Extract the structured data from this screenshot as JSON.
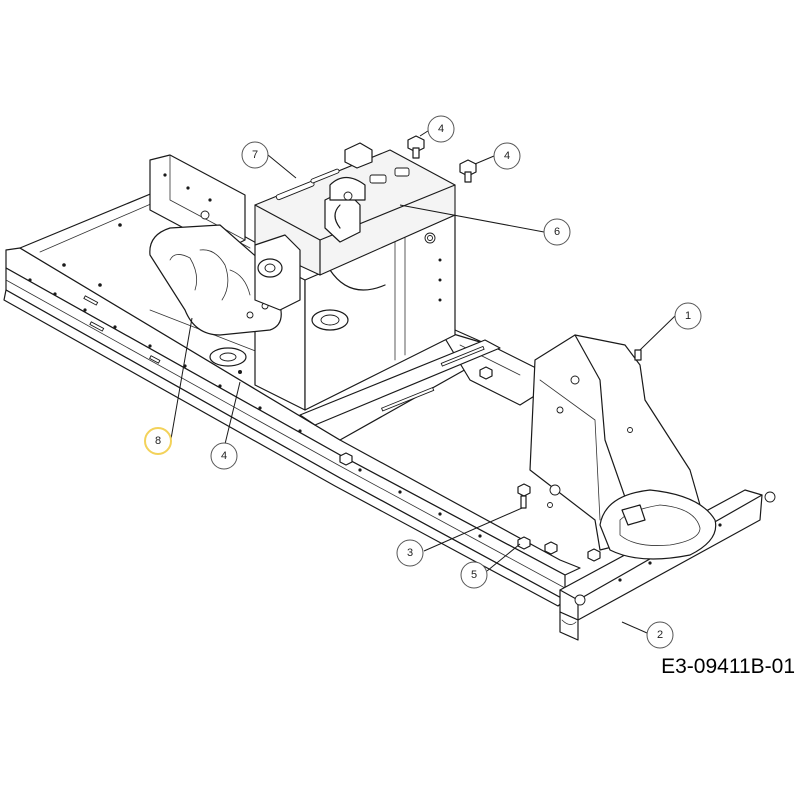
{
  "drawing_number": "E3-09411B-01",
  "highlight_color": "#f3d25a",
  "callouts": [
    {
      "id": "c1",
      "label": "1"
    },
    {
      "id": "c2",
      "label": "2"
    },
    {
      "id": "c3",
      "label": "3"
    },
    {
      "id": "c4a",
      "label": "4"
    },
    {
      "id": "c4b",
      "label": "4"
    },
    {
      "id": "c4c",
      "label": "4"
    },
    {
      "id": "c5",
      "label": "5"
    },
    {
      "id": "c6",
      "label": "6"
    },
    {
      "id": "c7",
      "label": "7"
    },
    {
      "id": "c8",
      "label": "8",
      "highlighted": true
    }
  ]
}
